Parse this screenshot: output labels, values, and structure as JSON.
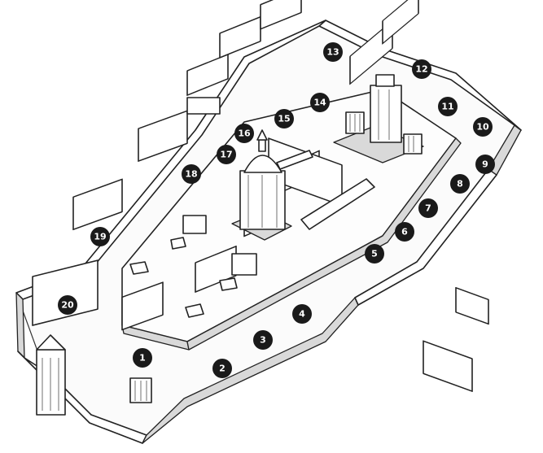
{
  "markers": [
    {
      "label": "1"
    },
    {
      "label": "2"
    },
    {
      "label": "3"
    },
    {
      "label": "4"
    },
    {
      "label": "5"
    },
    {
      "label": "6"
    },
    {
      "label": "7"
    },
    {
      "label": "8"
    },
    {
      "label": "9"
    },
    {
      "label": "10"
    },
    {
      "label": "11"
    },
    {
      "label": "12"
    },
    {
      "label": "13"
    },
    {
      "label": "14"
    },
    {
      "label": "15"
    },
    {
      "label": "16"
    },
    {
      "label": "17"
    },
    {
      "label": "18"
    },
    {
      "label": "19"
    },
    {
      "label": "20"
    }
  ],
  "colors": {
    "marker_fill": "#1a1a1a",
    "marker_text": "#ffffff",
    "line": "#222222"
  }
}
